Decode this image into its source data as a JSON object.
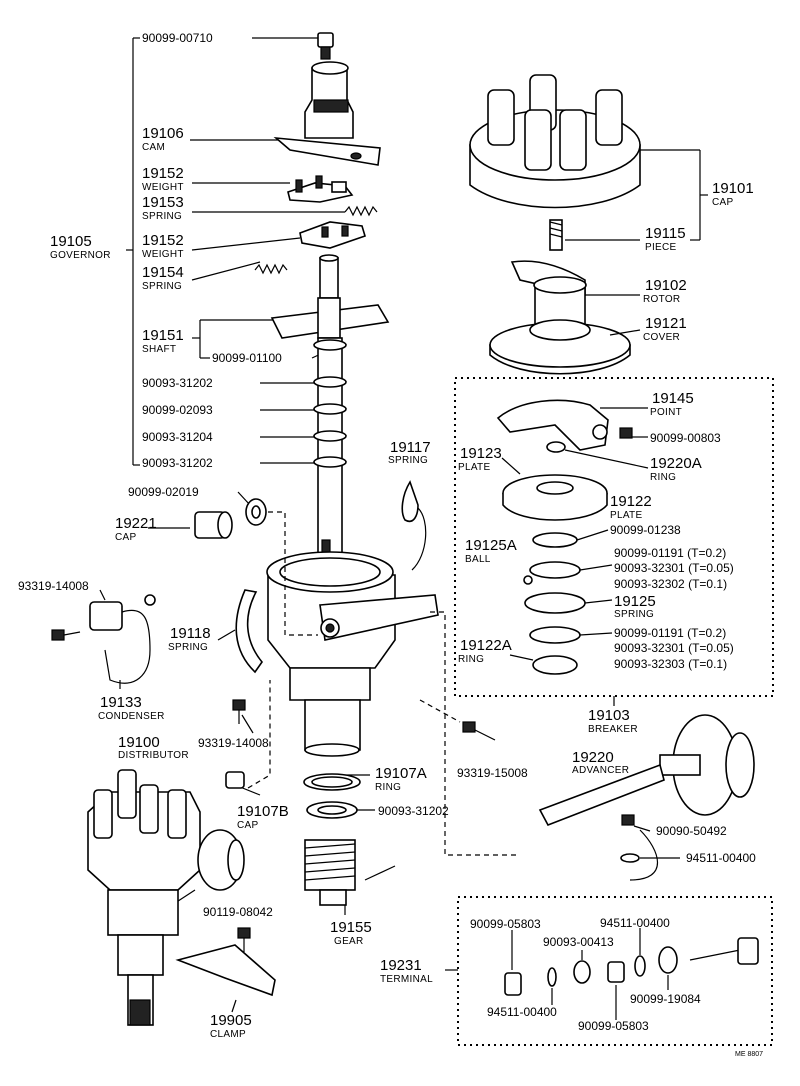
{
  "labels": {
    "p90099_00710": "90099-00710",
    "p19106": "19106",
    "n_cam": "CAM",
    "p19152a": "19152",
    "n_weight_a": "WEIGHT",
    "p19153": "19153",
    "n_spring_a": "SPRING",
    "p19105": "19105",
    "n_governor": "GOVERNOR",
    "p19152b": "19152",
    "n_weight_b": "WEIGHT",
    "p19154": "19154",
    "n_spring_b": "SPRING",
    "p19151": "19151",
    "n_shaft": "SHAFT",
    "p90099_01100": "90099-01100",
    "p90093_31202a": "90093-31202",
    "p90099_02093": "90099-02093",
    "p90093_31204": "90093-31204",
    "p90093_31202b": "90093-31202",
    "p90099_02019": "90099-02019",
    "p19117": "19117",
    "n_spring_c": "SPRING",
    "p19221": "19221",
    "n_cap_a": "CAP",
    "p93319_14008a": "93319-14008",
    "p19118": "19118",
    "n_spring_d": "SPRING",
    "p19133": "19133",
    "n_condenser": "CONDENSER",
    "p93319_14008b": "93319-14008",
    "p19100": "19100",
    "n_distributor": "DISTRIBUTOR",
    "p19107A": "19107A",
    "n_ring_a": "RING",
    "p19107B": "19107B",
    "n_cap_b": "CAP",
    "p90093_31202c": "90093-31202",
    "p90119_08042": "90119-08042",
    "p19155": "19155",
    "n_gear": "GEAR",
    "p19905": "19905",
    "n_clamp": "CLAMP",
    "p93319_15008": "93319-15008",
    "p19101": "19101",
    "n_cap_c": "CAP",
    "p19115": "19115",
    "n_piece": "PIECE",
    "p19102": "19102",
    "n_rotor": "ROTOR",
    "p19121": "19121",
    "n_cover": "COVER",
    "p19145": "19145",
    "n_point": "POINT",
    "p90099_00803": "90099-00803",
    "p19123": "19123",
    "n_plate_a": "PLATE",
    "p19220A": "19220A",
    "n_ring_b": "RING",
    "p19122": "19122",
    "n_plate_b": "PLATE",
    "p90099_01238": "90099-01238",
    "p19125A": "19125A",
    "n_ball": "BALL",
    "p90099_01191a": "90099-01191 (T=0.2)",
    "p90093_32301a": "90093-32301 (T=0.05)",
    "p90093_32302": "90093-32302 (T=0.1)",
    "p19125": "19125",
    "n_spring_e": "SPRING",
    "p19122A": "19122A",
    "n_ring_c": "RING",
    "p90099_01191b": "90099-01191 (T=0.2)",
    "p90093_32301b": "90093-32301 (T=0.05)",
    "p90093_32303": "90093-32303 (T=0.1)",
    "p19103": "19103",
    "n_breaker": "BREAKER",
    "p19220": "19220",
    "n_advancer": "ADVANCER",
    "p90090_50492": "90090-50492",
    "p94511_00400a": "94511-00400",
    "p19231": "19231",
    "n_terminal": "TERMINAL",
    "p90099_05803a": "90099-05803",
    "p94511_00400b": "94511-00400",
    "p90093_00413": "90093-00413",
    "p94511_00400c": "94511-00400",
    "p90099_19084": "90099-19084",
    "p90099_05803b": "90099-05803",
    "footer": "ME 8807"
  }
}
